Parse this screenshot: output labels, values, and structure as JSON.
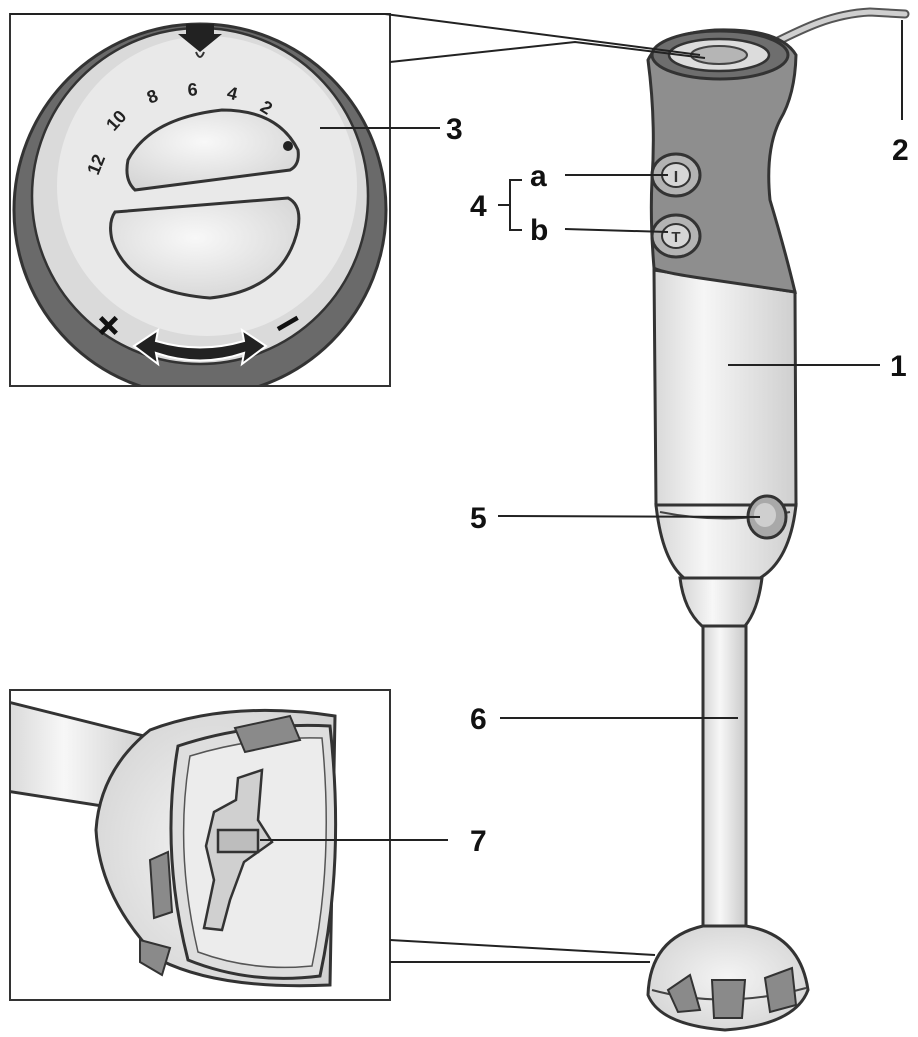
{
  "callouts": {
    "c1": "1",
    "c2": "2",
    "c3": "3",
    "c4": "4",
    "c4a": "a",
    "c4b": "b",
    "c5": "5",
    "c6": "6",
    "c7": "7"
  },
  "dial": {
    "scale": [
      "12",
      "10",
      "8",
      "6",
      "4",
      "2"
    ],
    "plus_symbol": "+",
    "minus_symbol": "–"
  },
  "colors": {
    "body_light": "#ececec",
    "handle_dark": "#8c8c8c",
    "outline": "#333333",
    "line": "#222222"
  }
}
